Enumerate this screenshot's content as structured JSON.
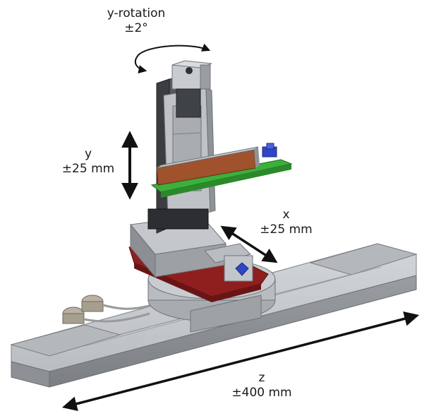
{
  "labels": {
    "y_rotation": {
      "name": "y-rotation",
      "range": "±2°"
    },
    "y_axis": {
      "name": "y",
      "range": "±25 mm"
    },
    "x_axis": {
      "name": "x",
      "range": "±25 mm"
    },
    "z_axis": {
      "name": "z",
      "range": "±400 mm"
    }
  },
  "colors": {
    "metal_light": "#c6c9cc",
    "metal_mid": "#9fa3a7",
    "metal_dark": "#6f7378",
    "column_dark": "#3b3d40",
    "red_plate": "#8f1f1f",
    "green_plate": "#3bb03b",
    "wood_bar": "#a0522d",
    "blue_part": "#2f46c8",
    "arrow": "#111111"
  }
}
